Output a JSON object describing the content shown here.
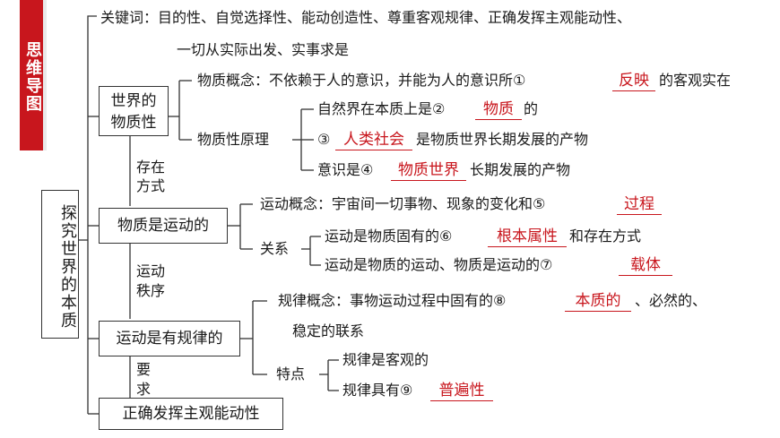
{
  "sidebar_tag": "思维导图",
  "keywords": {
    "line1": "关键词：目的性、自觉选择性、能动创造性、尊重客观规律、正确发挥主观能动性、",
    "line2": "一切从实际出发、实事求是"
  },
  "root": "探究世界的本质",
  "nodes": {
    "world_material": "世界的物质性",
    "material_motion": "物质是运动的",
    "motion_law": "运动是有规律的",
    "subjective": "正确发挥主观能动性"
  },
  "connectors": {
    "c1": "存在方式",
    "c2": "运动秩序",
    "c3": "要求"
  },
  "branch1": {
    "concept": "物质概念：不依赖于人的意识，并能为人的意识所①",
    "concept_tail": "的客观实在",
    "ans1": "反映",
    "principle": "物质性原理",
    "p1": "自然界在本质上是②",
    "p1_tail": "的",
    "ans2": "物质",
    "p2_prefix": "③",
    "p2": "是物质世界长期发展的产物",
    "ans3": "人类社会",
    "p3": "意识是④",
    "p3_tail": "长期发展的产物",
    "ans4": "物质世界"
  },
  "branch2": {
    "concept": "运动概念：宇宙间一切事物、现象的变化和⑤",
    "ans5": "过程",
    "relation": "关系",
    "r1": "运动是物质固有的⑥",
    "r1_tail": "和存在方式",
    "ans6": "根本属性",
    "r2": "运动是物质的运动、物质是运动的⑦",
    "ans7": "载体"
  },
  "branch3": {
    "concept": "规律概念：事物运动过程中固有的⑧",
    "concept_tail": "、必然的、",
    "concept_line2": "稳定的联系",
    "ans8": "本质的",
    "feature": "特点",
    "f1": "规律是客观的",
    "f2": "规律具有⑨",
    "ans9": "普遍性"
  }
}
